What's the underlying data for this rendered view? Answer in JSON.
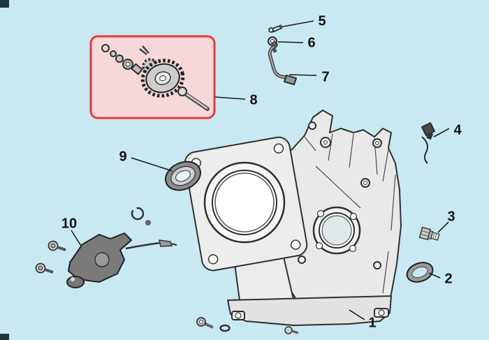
{
  "colors": {
    "background": "#c9e9f2",
    "highlight_fill": "#f6d8da",
    "highlight_border": "#e23b3b",
    "line": "#1a1a1a",
    "label": "#111111",
    "corner_mark": "#1f363d"
  },
  "callouts": [
    {
      "label": "1"
    },
    {
      "label": "2"
    },
    {
      "label": "3"
    },
    {
      "label": "4"
    },
    {
      "label": "5"
    },
    {
      "label": "6"
    },
    {
      "label": "7"
    },
    {
      "label": "8"
    },
    {
      "label": "9"
    },
    {
      "label": "10"
    }
  ]
}
